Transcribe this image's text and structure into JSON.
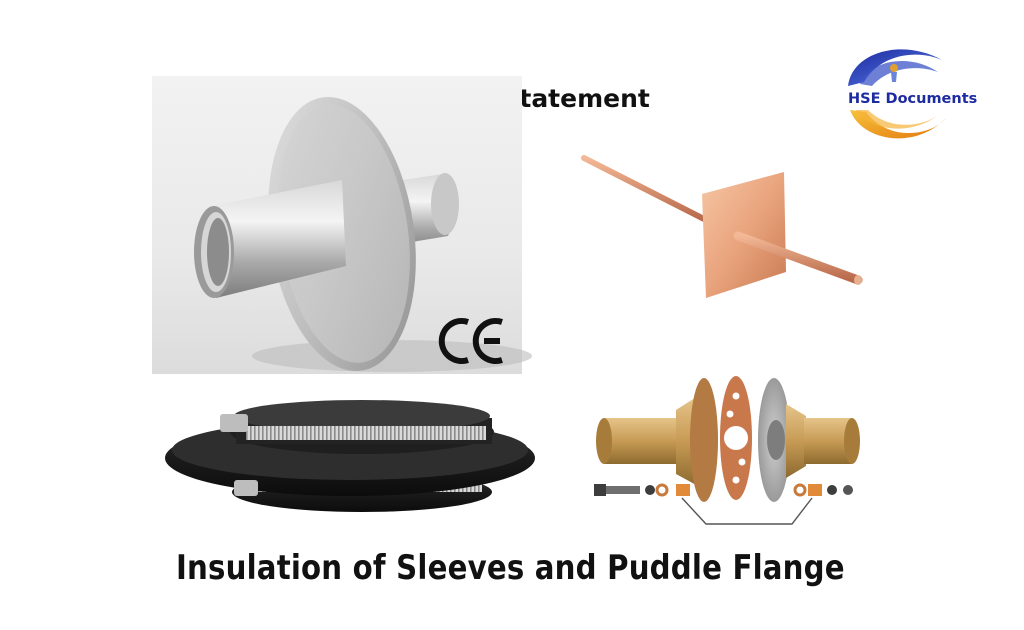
{
  "header": {
    "method_label": "Method Statement"
  },
  "logo": {
    "text": "HSE Documents",
    "colors": {
      "blue": "#2a3fb0",
      "orange": "#f0a020"
    }
  },
  "certification": {
    "mark": "CE"
  },
  "footer": {
    "title": "Insulation of Sleeves and Puddle Flange"
  },
  "images": {
    "steel_sleeve_icon": "steel-puddle-flange",
    "copper_rod_icon": "copper-rod-plate",
    "rubber_coupling_icon": "rubber-coupling-clamps",
    "flange_kit_icon": "insulating-flange-kit"
  }
}
